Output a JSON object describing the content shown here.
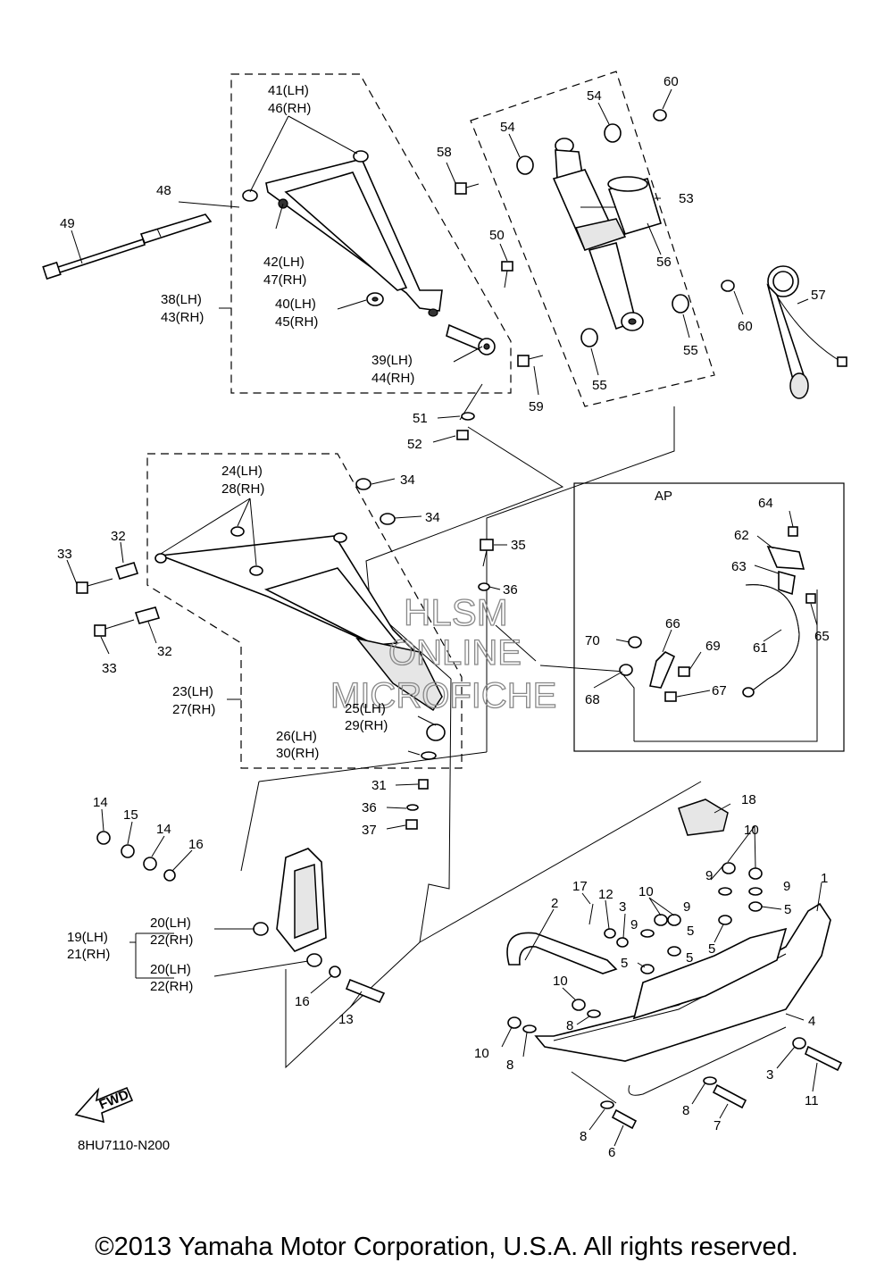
{
  "diagram_code": "8HU7110-N200",
  "copyright": "©2013 Yamaha Motor Corporation, U.S.A. All rights reserved.",
  "watermark": {
    "line1": "HLSM",
    "line2": "ONLINE",
    "line3": "MICROFICHE"
  },
  "fwd_label": "FWD",
  "ap_label": "AP",
  "callouts": {
    "c1": "1",
    "c2": "2",
    "c3a": "3",
    "c3b": "3",
    "c4": "4",
    "c5a": "5",
    "c5b": "5",
    "c5c": "5",
    "c5d": "5",
    "c5e": "5",
    "c6": "6",
    "c7": "7",
    "c8a": "8",
    "c8b": "8",
    "c8c": "8",
    "c8d": "8",
    "c9a": "9",
    "c9b": "9",
    "c9c": "9",
    "c9d": "9",
    "c10a": "10",
    "c10b": "10",
    "c10c": "10",
    "c10d": "10",
    "c11": "11",
    "c12": "12",
    "c13": "13",
    "c14a": "14",
    "c14b": "14",
    "c15": "15",
    "c16a": "16",
    "c16b": "16",
    "c17": "17",
    "c18": "18",
    "c19": "19(LH)",
    "c21": "21(RH)",
    "c20a": "20(LH)",
    "c22a": "22(RH)",
    "c20b": "20(LH)",
    "c22b": "22(RH)",
    "c23": "23(LH)",
    "c27": "27(RH)",
    "c24": "24(LH)",
    "c28": "28(RH)",
    "c25": "25(LH)",
    "c29": "29(RH)",
    "c26": "26(LH)",
    "c30": "30(RH)",
    "c31": "31",
    "c32a": "32",
    "c32b": "32",
    "c33a": "33",
    "c33b": "33",
    "c34a": "34",
    "c34b": "34",
    "c35": "35",
    "c36a": "36",
    "c36b": "36",
    "c37": "37",
    "c38": "38(LH)",
    "c43": "43(RH)",
    "c39": "39(LH)",
    "c44": "44(RH)",
    "c40": "40(LH)",
    "c45": "45(RH)",
    "c41": "41(LH)",
    "c46": "46(RH)",
    "c42": "42(LH)",
    "c47": "47(RH)",
    "c48": "48",
    "c49": "49",
    "c50": "50",
    "c51": "51",
    "c52": "52",
    "c53": "53",
    "c54a": "54",
    "c54b": "54",
    "c55a": "55",
    "c55b": "55",
    "c56": "56",
    "c57": "57",
    "c58": "58",
    "c59": "59",
    "c60a": "60",
    "c60b": "60",
    "c61": "61",
    "c62": "62",
    "c63": "63",
    "c64": "64",
    "c65": "65",
    "c66": "66",
    "c67": "67",
    "c68": "68",
    "c69": "69",
    "c70": "70"
  }
}
